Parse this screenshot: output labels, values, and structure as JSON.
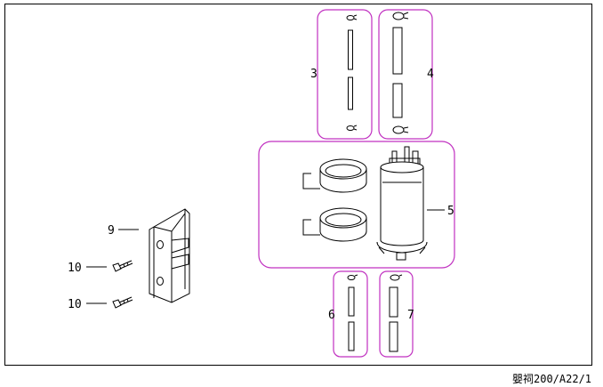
{
  "diagram": {
    "labels": {
      "p3": "3",
      "p4": "4",
      "p5": "5",
      "p6": "6",
      "p7": "7",
      "p9": "9",
      "p10a": "10",
      "p10b": "10"
    },
    "reference_code": "嬰祠200/A22/1",
    "colors": {
      "group_outline": "#c030c0",
      "line_art": "#000000"
    },
    "parts": {
      "p3": "hose-pair-thin",
      "p4": "hose-pair-thick",
      "p5": "fuel-pump-with-clamps",
      "p6": "hose-pair-lower-left",
      "p7": "hose-pair-lower-right",
      "p9": "mounting-bracket",
      "p10": "bolt"
    }
  }
}
